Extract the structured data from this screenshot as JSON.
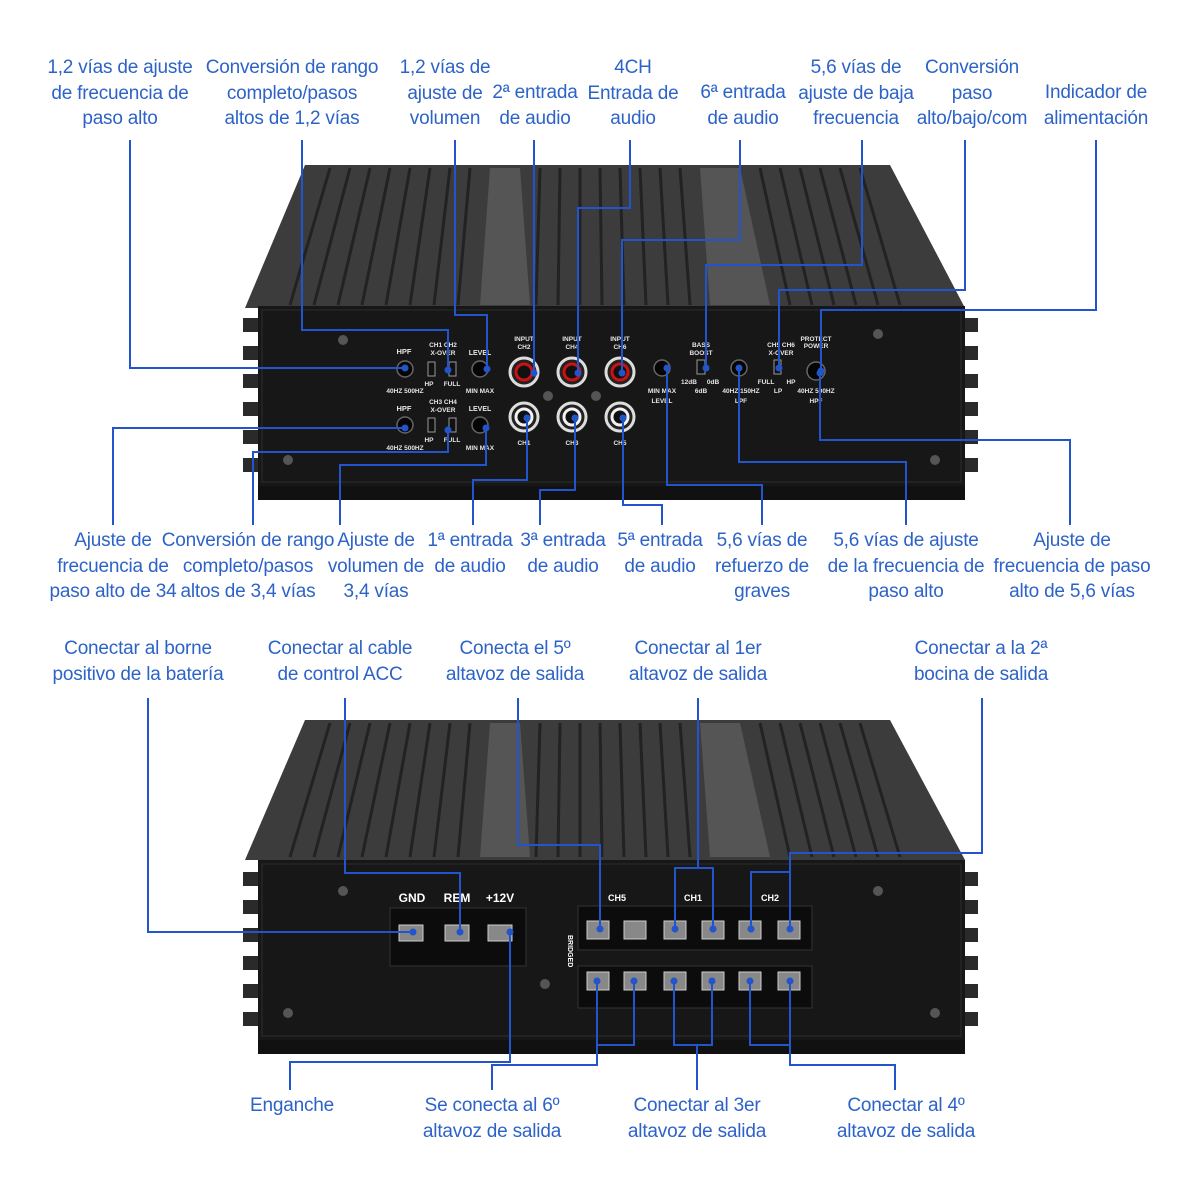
{
  "top_callouts": [
    {
      "id": "hpf12",
      "text": "1,2 vías de ajuste\nde frecuencia de\npaso alto"
    },
    {
      "id": "xover12",
      "text": "Conversión de rango\ncompleto/pasos\naltos de 1,2 vías"
    },
    {
      "id": "level12",
      "text": "1,2 vías de\najuste de\nvolumen"
    },
    {
      "id": "in2",
      "text": "2ª entrada\nde audio"
    },
    {
      "id": "in4ch",
      "text": "4CH\nEntrada de\naudio"
    },
    {
      "id": "in6",
      "text": "6ª entrada\nde audio"
    },
    {
      "id": "lpf56",
      "text": "5,6 vías de\najuste de baja\nfrecuencia"
    },
    {
      "id": "xover56",
      "text": "Conversión\npaso\nalto/bajo/com"
    },
    {
      "id": "power",
      "text": "Indicador de\nalimentación"
    }
  ],
  "mid_callouts": [
    {
      "id": "hpf34",
      "text": "Ajuste de\nfrecuencia de\npaso alto de 34"
    },
    {
      "id": "xover34",
      "text": "Conversión de rango\ncompleto/pasos\naltos de 3,4 vías"
    },
    {
      "id": "level34",
      "text": "Ajuste de\nvolumen de\n3,4 vías"
    },
    {
      "id": "in1",
      "text": "1ª entrada\nde audio"
    },
    {
      "id": "in3",
      "text": "3ª entrada\nde audio"
    },
    {
      "id": "in5",
      "text": "5ª entrada\nde audio"
    },
    {
      "id": "bass56",
      "text": "5,6 vías de\nrefuerzo de\ngraves"
    },
    {
      "id": "hpf56",
      "text": "5,6 vías de ajuste\nde la frecuencia de\npaso alto"
    },
    {
      "id": "hpfreq56",
      "text": "Ajuste de\nfrecuencia de paso\nalto de 5,6 vías"
    }
  ],
  "bottom_top_callouts": [
    {
      "id": "batt",
      "text": "Conectar al borne\npositivo de la batería"
    },
    {
      "id": "acc",
      "text": "Conectar al cable\nde control ACC"
    },
    {
      "id": "out5",
      "text": "Conecta el 5º\naltavoz de salida"
    },
    {
      "id": "out1",
      "text": "Conectar al 1er\naltavoz de salida"
    },
    {
      "id": "out2",
      "text": "Conectar a la 2ª\nbocina de salida"
    }
  ],
  "bottom_callouts": [
    {
      "id": "gnd",
      "text": "Enganche"
    },
    {
      "id": "out6",
      "text": "Se conecta al 6º\naltavoz de salida"
    },
    {
      "id": "out3",
      "text": "Conectar al 3er\naltavoz de salida"
    },
    {
      "id": "out4",
      "text": "Conectar al 4º\naltavoz de salida"
    }
  ],
  "front_panel": {
    "hpf": "HPF",
    "ch12_xover": [
      "CH1 CH2",
      "X-OVER"
    ],
    "ch34_xover": [
      "CH3 CH4",
      "X-OVER"
    ],
    "ch56_xover": [
      "CH5 CH6",
      "X-OVER"
    ],
    "level": "LEVEL",
    "freq_range": "40HZ 500HZ",
    "hp": "HP",
    "full": "FULL",
    "lp": "LP",
    "min_max": "MIN MAX",
    "inputs_top": [
      [
        "INPUT",
        "CH2"
      ],
      [
        "INPUT",
        "CH4"
      ],
      [
        "INPUT",
        "CH6"
      ]
    ],
    "inputs_bottom": [
      "CH1",
      "CH3",
      "CH5"
    ],
    "bass_boost": [
      "BASS",
      "BOOST"
    ],
    "bass_values": [
      "12dB",
      "0dB",
      "6dB"
    ],
    "lpf_range": "40HZ 150HZ",
    "lpf": "LPF",
    "protect_power": [
      "PROTECT",
      "POWER"
    ]
  },
  "rear_panel": {
    "power_terms": [
      "GND",
      "REM",
      "+12V"
    ],
    "channels": [
      "CH5",
      "CH1",
      "CH2"
    ],
    "bridged": "BRIDGED"
  },
  "colors": {
    "accent": "#2d63c8",
    "lines": "#2255cc",
    "body": "#1a1a1a"
  }
}
